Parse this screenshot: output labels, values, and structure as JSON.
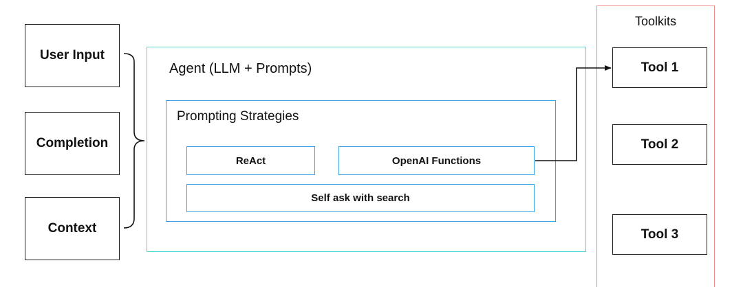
{
  "inputs": {
    "user_input": "User Input",
    "completion": "Completion",
    "context": "Context"
  },
  "agent": {
    "title": "Agent (LLM + Prompts)",
    "strategies": {
      "title": "Prompting Strategies",
      "react": "ReAct",
      "openai_functions": "OpenAI Functions",
      "self_ask": "Self ask with search"
    }
  },
  "toolkits": {
    "title": "Toolkits",
    "tools": [
      "Tool 1",
      "Tool 2",
      "Tool 3"
    ]
  },
  "colors": {
    "agent_border": "#4fd6d6",
    "strategy_border": "#3a9ee8",
    "toolkit_border": "#ef8d8d",
    "box_border": "#222222"
  }
}
